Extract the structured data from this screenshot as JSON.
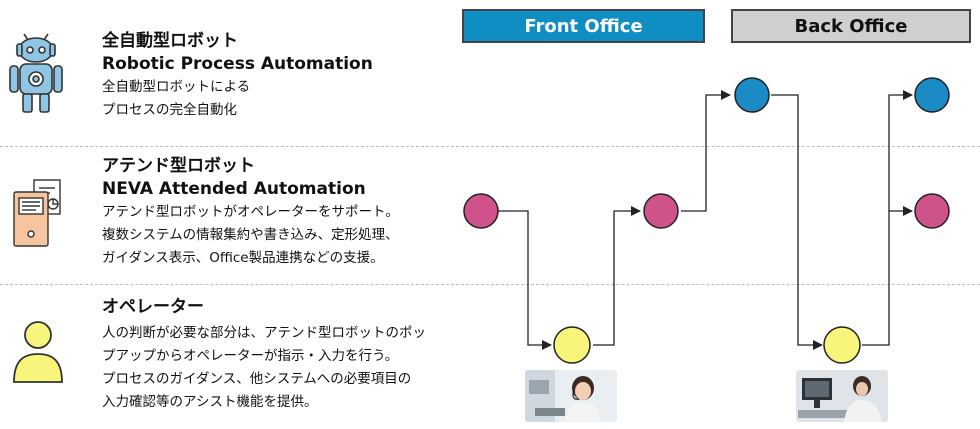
{
  "rows": [
    {
      "title_ja": "全自動型ロボット",
      "title_en": "Robotic Process Automation",
      "desc": [
        "全自動型ロボットによる",
        "プロセスの完全自動化"
      ],
      "icon": "robot-icon"
    },
    {
      "title_ja": "アテンド型ロボット",
      "title_en": "NEVA Attended Automation",
      "desc": [
        "アテンド型ロボットがオペレーターをサポート。",
        "複数システムの情報集約や書き込み、定形処理、",
        "ガイダンス表示、Office製品連携などの支援。"
      ],
      "icon": "computer-document-icon"
    },
    {
      "title_ja": "オペレーター",
      "desc": [
        "人の判断が必要な部分は、アテンド型ロボットのポッ",
        "プアップからオペレーターが指示・入力を行う。",
        "プロセスのガイダンス、他システムへの必要項目の",
        "入力確認等のアシスト機能を提供。"
      ],
      "icon": "person-icon"
    }
  ],
  "headers": {
    "front": "Front Office",
    "back": "Back Office"
  },
  "colors": {
    "rpa": "#1a8bc4",
    "attended": "#d0528a",
    "operator": "#f8f57c",
    "front_header": "#0e8ec2",
    "back_header": "#cfcfcf"
  },
  "photos": [
    "front-office-operator-photo",
    "back-office-worker-photo"
  ]
}
